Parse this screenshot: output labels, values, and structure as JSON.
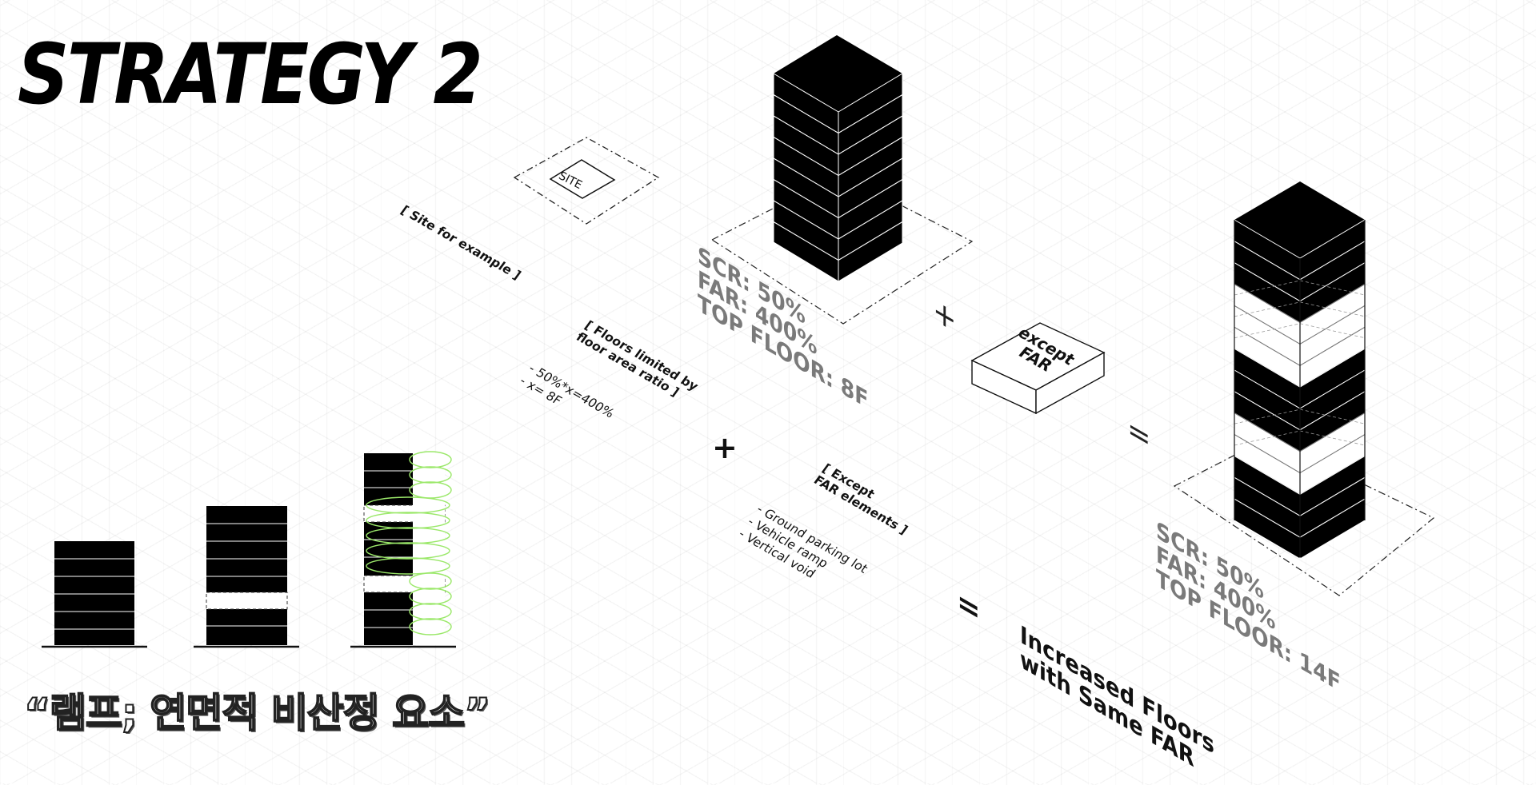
{
  "title": "STRATEGY 2",
  "korean_caption": "“램프; 연면적 비산정 요소”",
  "site_label": "SITE",
  "site_note": "[ Site for example ]",
  "tower1_stats": [
    "SCR: 50%",
    "FAR: 400%",
    "TOP FLOOR: 8F"
  ],
  "floors_note": {
    "heading": [
      "[ Floors limited by",
      "floor area ratio ]"
    ],
    "items": [
      "- 50%*x=400%",
      "- x= 8F"
    ]
  },
  "except_box_label": [
    "except",
    "FAR"
  ],
  "except_note": {
    "heading": [
      "[ Except",
      "FAR elements ]"
    ],
    "items": [
      "- Ground parking lot",
      "- Vehicle ramp",
      "- Vertical void"
    ]
  },
  "tower2_stats": [
    "SCR: 50%",
    "FAR: 400%",
    "TOP FLOOR: 14F"
  ],
  "result_label": [
    "Increased Floors",
    "with Same FAR"
  ],
  "operators": {
    "plus": "+",
    "equals": "="
  },
  "colors": {
    "ink": "#000000",
    "stat_gray": "#7a7a7a",
    "highlight_green": "#9be86a"
  }
}
